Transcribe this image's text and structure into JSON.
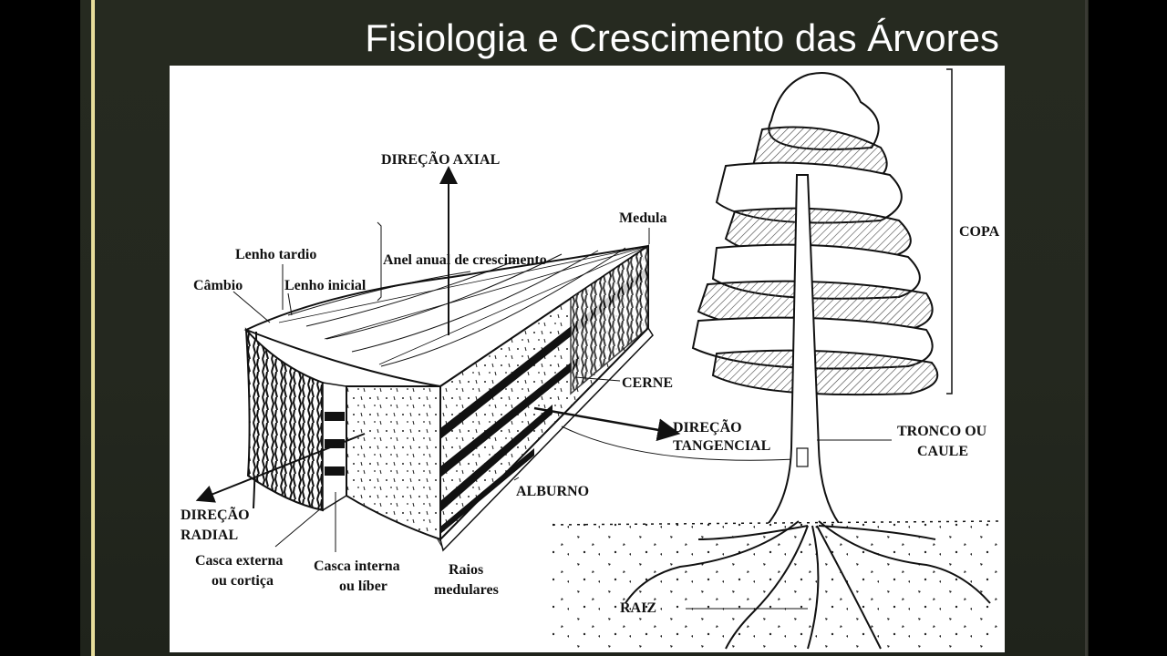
{
  "slide": {
    "title": "Fisiologia e Crescimento das Árvores"
  },
  "diagram": {
    "labels": {
      "direcao_axial": "DIREÇÃO AXIAL",
      "medula": "Medula",
      "lenho_tardio": "Lenho tardio",
      "anel_anual": "Anel anual de crescimento",
      "cambio": "Câmbio",
      "lenho_inicial": "Lenho inicial",
      "cerne": "CERNE",
      "direcao_tangencial_1": "DIREÇÃO",
      "direcao_tangencial_2": "TANGENCIAL",
      "direcao_radial_1": "DIREÇÃO",
      "direcao_radial_2": "RADIAL",
      "alburno": "ALBURNO",
      "casca_externa_1": "Casca externa",
      "casca_externa_2": "ou cortiça",
      "casca_interna_1": "Casca interna",
      "casca_interna_2": "ou líber",
      "raios_medulares_1": "Raios",
      "raios_medulares_2": "medulares",
      "copa": "COPA",
      "tronco_1": "TRONCO OU",
      "tronco_2": "CAULE",
      "raiz": "RAIZ"
    }
  }
}
